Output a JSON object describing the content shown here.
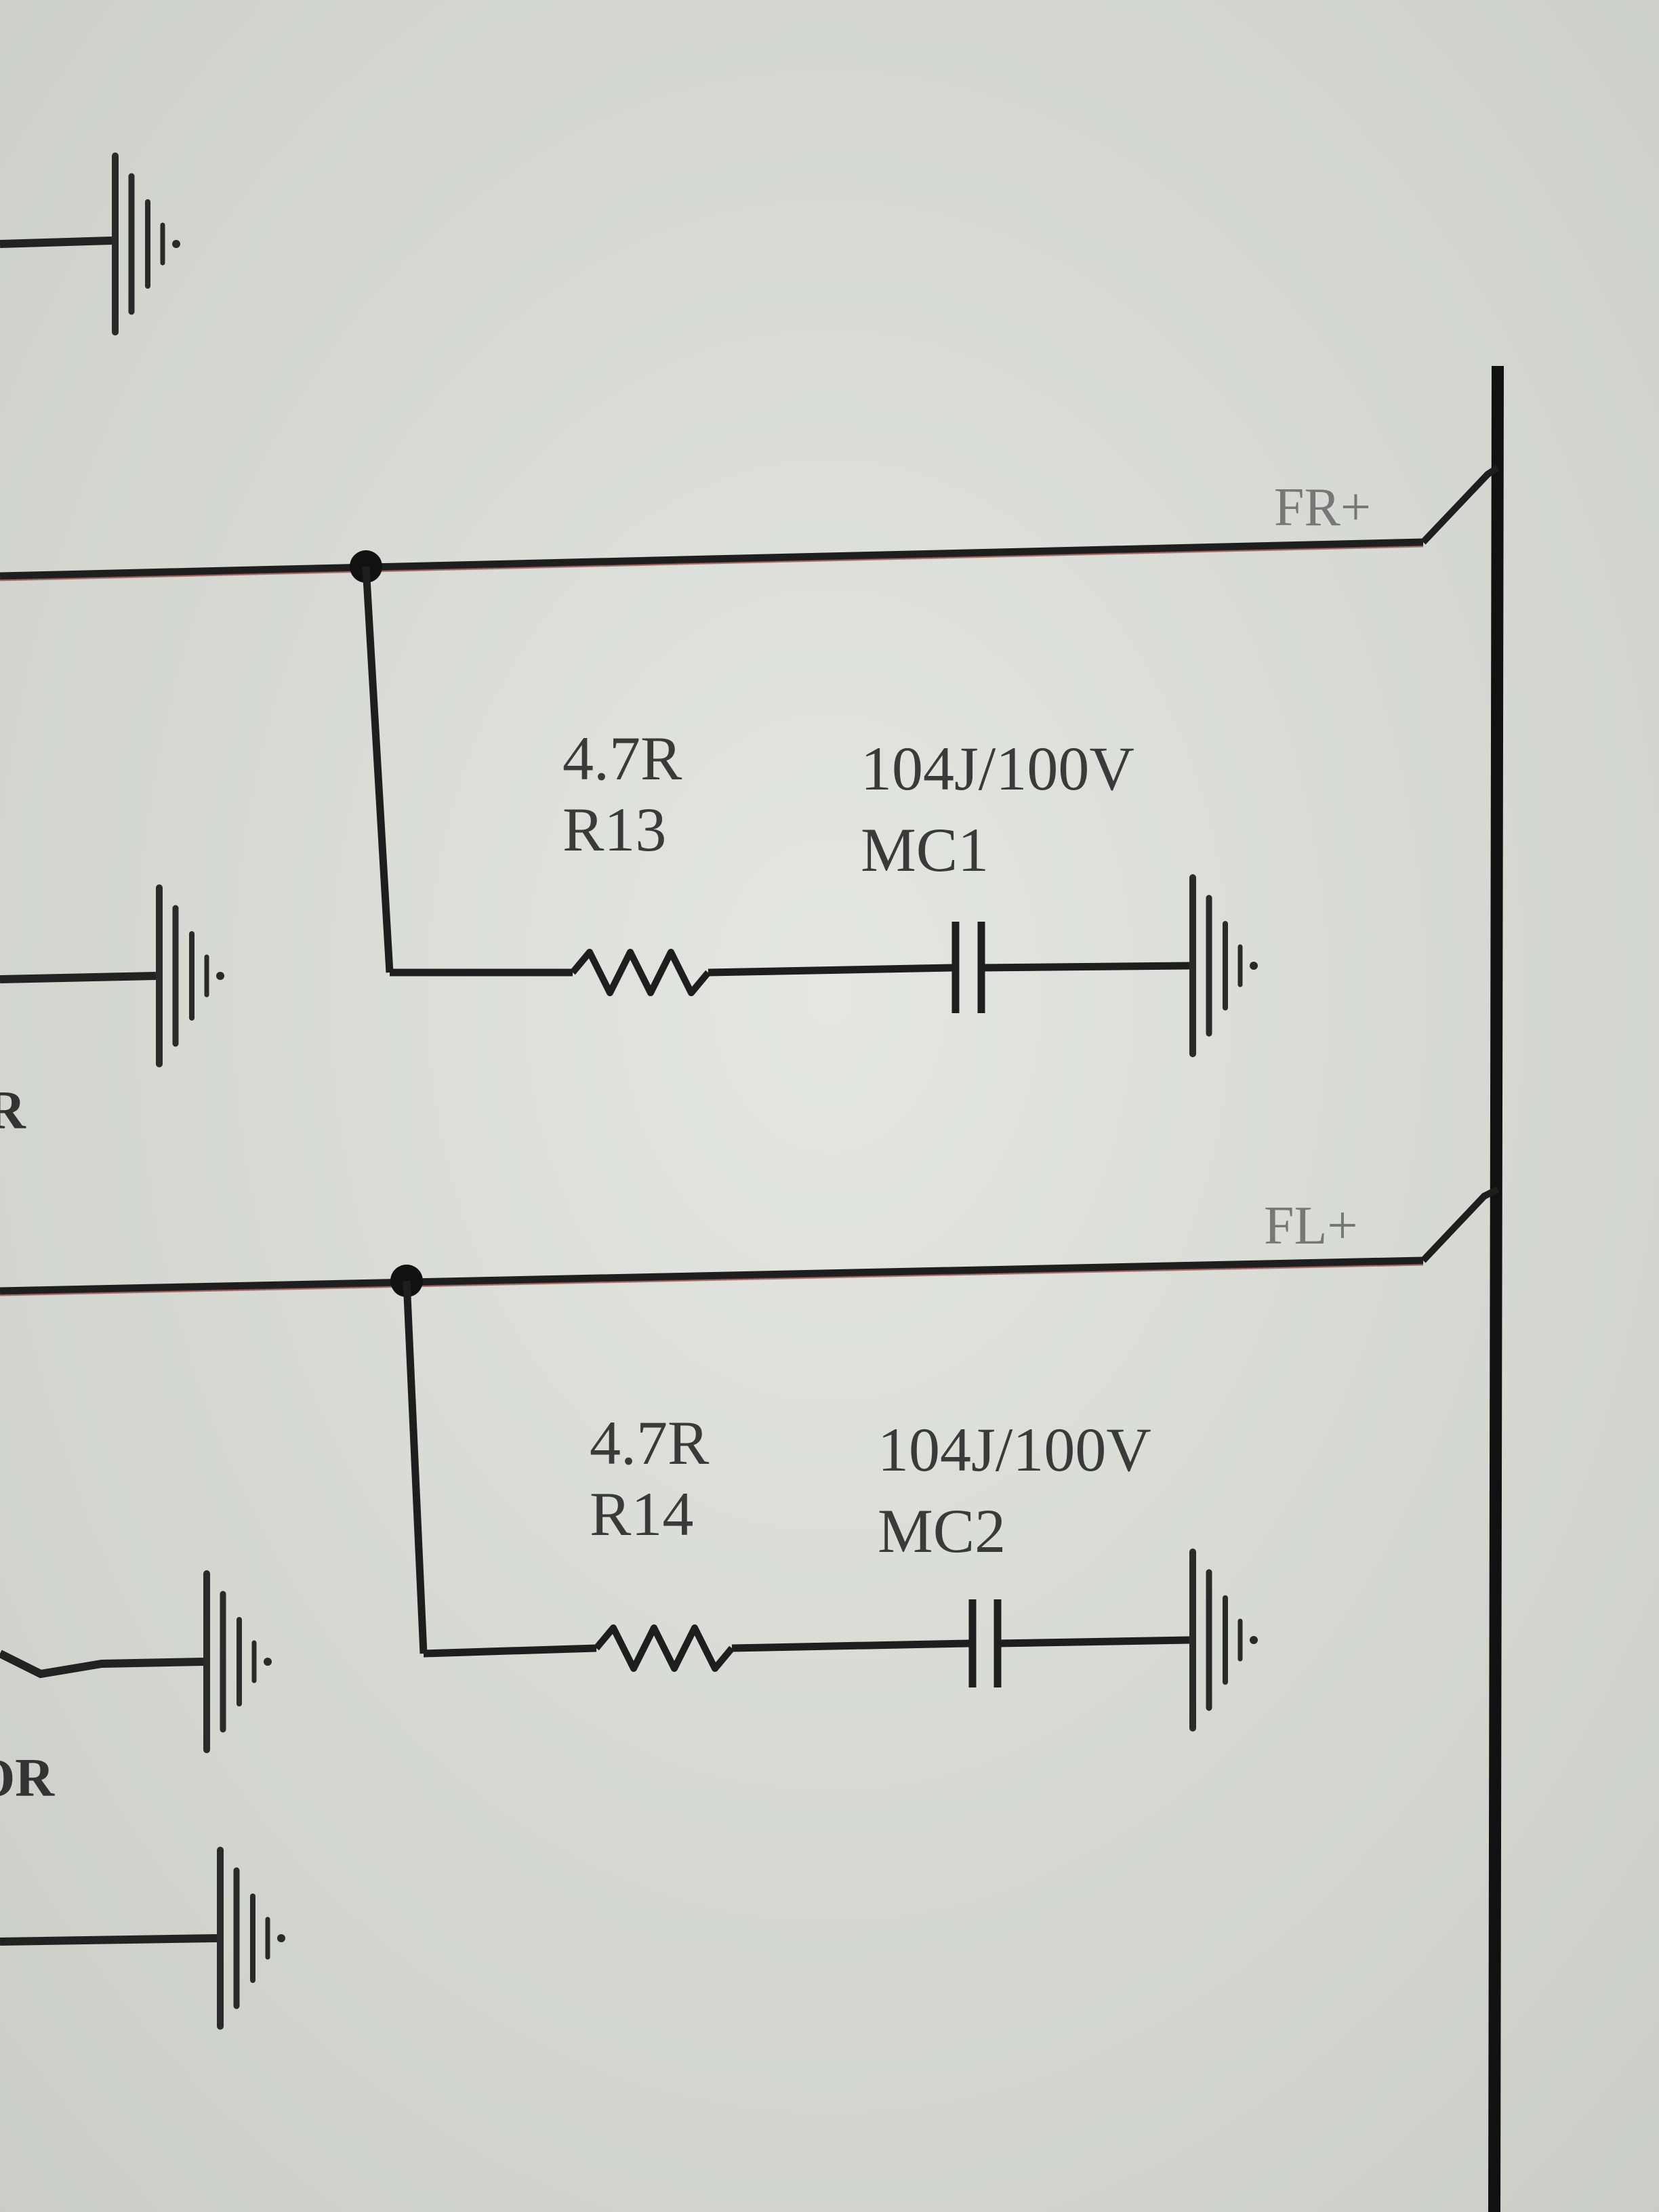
{
  "schematic": {
    "ports": {
      "fr": "FR+",
      "fl": "FL+"
    },
    "branch_fr": {
      "resistor_value": "4.7R",
      "resistor_ref": "R13",
      "capacitor_value": "104J/100V",
      "capacitor_ref": "MC1"
    },
    "branch_fl": {
      "resistor_value": "4.7R",
      "resistor_ref": "R14",
      "capacitor_value": "104J/100V",
      "capacitor_ref": "MC2"
    },
    "edge_labels": {
      "left_mid": "R",
      "left_lower": "OR"
    },
    "colors": {
      "wire": "#1e1e1e",
      "wire_tint": "#7a2a2a",
      "background": "#dcdfd9"
    },
    "icons": [
      "ground-icon",
      "resistor-icon",
      "capacitor-icon",
      "junction-dot"
    ]
  }
}
